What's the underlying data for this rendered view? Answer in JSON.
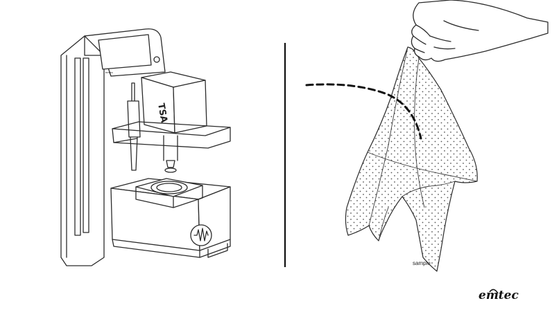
{
  "instrument": {
    "head_label": "TSA",
    "screen_brand": "emtec"
  },
  "sample": {
    "label": "sample"
  },
  "brand": {
    "logo_text": "emtec",
    "color": "#111111"
  },
  "colors": {
    "line": "#2b2b2b",
    "background": "#ffffff"
  }
}
